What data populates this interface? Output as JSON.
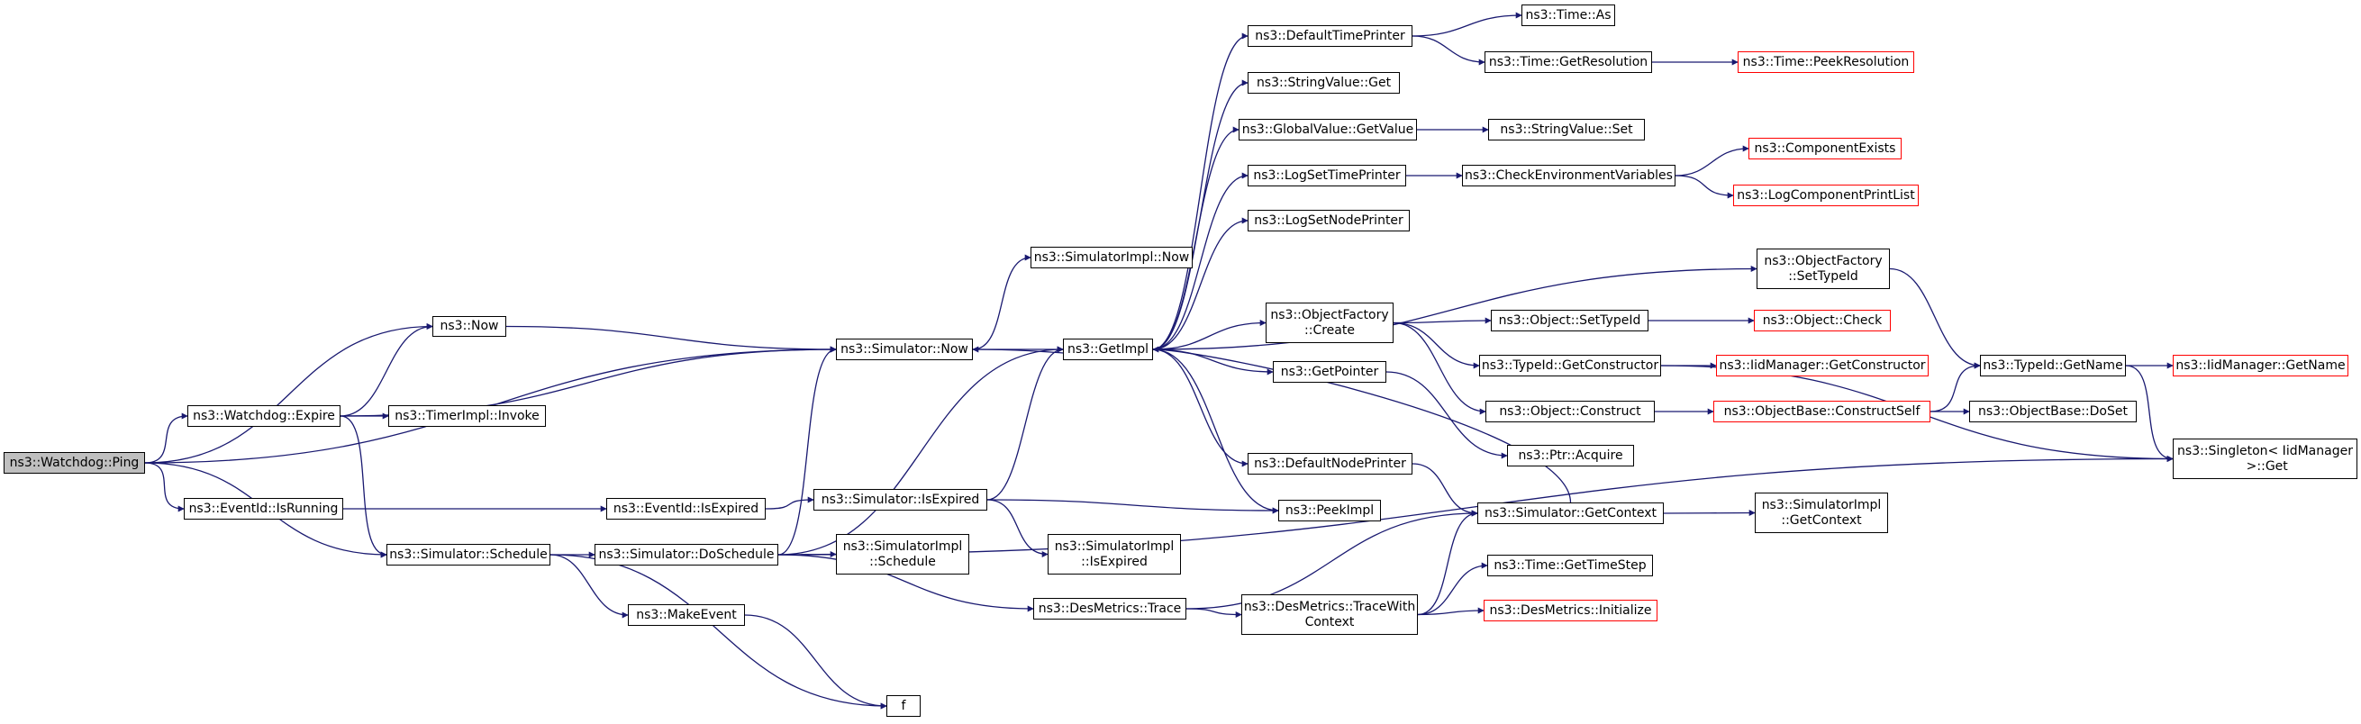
{
  "diagram": {
    "type": "call-graph",
    "edge_color": "#191970",
    "link_border_color": "#000000",
    "incomplete_border_color": "#ff0000",
    "root_fill": "#bfbfbf",
    "nodes": [
      {
        "id": "ping",
        "label": "ns3::Watchdog::Ping",
        "style": "root"
      },
      {
        "id": "now",
        "label": "ns3::Now",
        "style": "normal"
      },
      {
        "id": "wd_expire",
        "label": "ns3::Watchdog::Expire",
        "style": "normal"
      },
      {
        "id": "eventid_isrunning",
        "label": "ns3::EventId::IsRunning",
        "style": "normal"
      },
      {
        "id": "sim_schedule",
        "label": "ns3::Simulator::Schedule",
        "style": "normal"
      },
      {
        "id": "timerimpl_invoke",
        "label": "ns3::TimerImpl::Invoke",
        "style": "normal"
      },
      {
        "id": "eventid_isexpired",
        "label": "ns3::EventId::IsExpired",
        "style": "normal"
      },
      {
        "id": "sim_doschedule",
        "label": "ns3::Simulator::DoSchedule",
        "style": "normal"
      },
      {
        "id": "makeevent",
        "label": "ns3::MakeEvent",
        "style": "normal"
      },
      {
        "id": "f",
        "label": "f",
        "style": "normal"
      },
      {
        "id": "sim_now",
        "label": "ns3::Simulator::Now",
        "style": "normal"
      },
      {
        "id": "simimpl_now",
        "label": "ns3::SimulatorImpl::Now",
        "style": "normal"
      },
      {
        "id": "sim_isexpired",
        "label": "ns3::Simulator::IsExpired",
        "style": "normal"
      },
      {
        "id": "simimpl_schedule",
        "label": "ns3::SimulatorImpl\n::Schedule",
        "style": "normal"
      },
      {
        "id": "getimpl",
        "label": "ns3::GetImpl",
        "style": "normal"
      },
      {
        "id": "simimpl_isexpired",
        "label": "ns3::SimulatorImpl\n::IsExpired",
        "style": "normal"
      },
      {
        "id": "desmetrics_trace",
        "label": "ns3::DesMetrics::Trace",
        "style": "normal"
      },
      {
        "id": "defaulttimeprinter",
        "label": "ns3::DefaultTimePrinter",
        "style": "normal"
      },
      {
        "id": "stringvalue_get",
        "label": "ns3::StringValue::Get",
        "style": "normal"
      },
      {
        "id": "globalvalue_getvalue",
        "label": "ns3::GlobalValue::GetValue",
        "style": "normal"
      },
      {
        "id": "logsettimeprinter",
        "label": "ns3::LogSetTimePrinter",
        "style": "normal"
      },
      {
        "id": "logsetnodeprinter",
        "label": "ns3::LogSetNodePrinter",
        "style": "normal"
      },
      {
        "id": "objectfactory_create",
        "label": "ns3::ObjectFactory\n::Create",
        "style": "normal"
      },
      {
        "id": "getpointer",
        "label": "ns3::GetPointer",
        "style": "normal"
      },
      {
        "id": "defaultnodeprinter",
        "label": "ns3::DefaultNodePrinter",
        "style": "normal"
      },
      {
        "id": "peekimpl",
        "label": "ns3::PeekImpl",
        "style": "normal"
      },
      {
        "id": "desmetrics_tracewithcontext",
        "label": "ns3::DesMetrics::TraceWith\nContext",
        "style": "normal"
      },
      {
        "id": "time_as",
        "label": "ns3::Time::As",
        "style": "normal"
      },
      {
        "id": "time_getresolution",
        "label": "ns3::Time::GetResolution",
        "style": "normal"
      },
      {
        "id": "stringvalue_set",
        "label": "ns3::StringValue::Set",
        "style": "normal"
      },
      {
        "id": "checkenvvars",
        "label": "ns3::CheckEnvironmentVariables",
        "style": "normal"
      },
      {
        "id": "object_settypeid",
        "label": "ns3::Object::SetTypeId",
        "style": "normal"
      },
      {
        "id": "typeid_getconstructor",
        "label": "ns3::TypeId::GetConstructor",
        "style": "normal"
      },
      {
        "id": "object_construct",
        "label": "ns3::Object::Construct",
        "style": "normal"
      },
      {
        "id": "ptr_acquire",
        "label": "ns3::Ptr::Acquire",
        "style": "normal"
      },
      {
        "id": "sim_getcontext",
        "label": "ns3::Simulator::GetContext",
        "style": "normal"
      },
      {
        "id": "time_gettimestep",
        "label": "ns3::Time::GetTimeStep",
        "style": "normal"
      },
      {
        "id": "desmetrics_initialize",
        "label": "ns3::DesMetrics::Initialize",
        "style": "incomplete"
      },
      {
        "id": "time_peekresolution",
        "label": "ns3::Time::PeekResolution",
        "style": "incomplete"
      },
      {
        "id": "componentexists",
        "label": "ns3::ComponentExists",
        "style": "incomplete"
      },
      {
        "id": "logcomponentprintlist",
        "label": "ns3::LogComponentPrintList",
        "style": "incomplete"
      },
      {
        "id": "objectfactory_settypeid",
        "label": "ns3::ObjectFactory\n::SetTypeId",
        "style": "normal"
      },
      {
        "id": "object_check",
        "label": "ns3::Object::Check",
        "style": "incomplete"
      },
      {
        "id": "iidmanager_getconstructor",
        "label": "ns3::IidManager::GetConstructor",
        "style": "incomplete"
      },
      {
        "id": "objectbase_constructself",
        "label": "ns3::ObjectBase::ConstructSelf",
        "style": "incomplete"
      },
      {
        "id": "simimpl_getcontext",
        "label": "ns3::SimulatorImpl\n::GetContext",
        "style": "normal"
      },
      {
        "id": "typeid_getname",
        "label": "ns3::TypeId::GetName",
        "style": "normal"
      },
      {
        "id": "objectbase_doset",
        "label": "ns3::ObjectBase::DoSet",
        "style": "normal"
      },
      {
        "id": "iidmanager_getname",
        "label": "ns3::IidManager::GetName",
        "style": "incomplete"
      },
      {
        "id": "singleton_get",
        "label": "ns3::Singleton< IidManager\n >::Get",
        "style": "normal"
      }
    ],
    "edges": [
      [
        "ping",
        "now"
      ],
      [
        "ping",
        "wd_expire"
      ],
      [
        "ping",
        "sim_now"
      ],
      [
        "ping",
        "eventid_isrunning"
      ],
      [
        "ping",
        "sim_schedule"
      ],
      [
        "wd_expire",
        "now"
      ],
      [
        "wd_expire",
        "sim_now"
      ],
      [
        "wd_expire",
        "timerimpl_invoke"
      ],
      [
        "wd_expire",
        "sim_schedule"
      ],
      [
        "now",
        "sim_now"
      ],
      [
        "eventid_isrunning",
        "eventid_isexpired"
      ],
      [
        "eventid_isexpired",
        "sim_isexpired"
      ],
      [
        "sim_schedule",
        "sim_doschedule"
      ],
      [
        "sim_schedule",
        "makeevent"
      ],
      [
        "sim_schedule",
        "f"
      ],
      [
        "makeevent",
        "f"
      ],
      [
        "sim_doschedule",
        "sim_now"
      ],
      [
        "sim_doschedule",
        "getimpl"
      ],
      [
        "sim_doschedule",
        "simimpl_schedule"
      ],
      [
        "sim_doschedule",
        "desmetrics_trace"
      ],
      [
        "sim_doschedule",
        "singleton_get"
      ],
      [
        "sim_now",
        "simimpl_now"
      ],
      [
        "sim_now",
        "getimpl"
      ],
      [
        "sim_isexpired",
        "getimpl"
      ],
      [
        "sim_isexpired",
        "simimpl_isexpired"
      ],
      [
        "sim_isexpired",
        "peekimpl"
      ],
      [
        "getimpl",
        "sim_now"
      ],
      [
        "getimpl",
        "defaulttimeprinter"
      ],
      [
        "getimpl",
        "stringvalue_get"
      ],
      [
        "getimpl",
        "globalvalue_getvalue"
      ],
      [
        "getimpl",
        "logsettimeprinter"
      ],
      [
        "getimpl",
        "logsetnodeprinter"
      ],
      [
        "getimpl",
        "objectfactory_settypeid"
      ],
      [
        "getimpl",
        "objectfactory_create"
      ],
      [
        "getimpl",
        "getpointer"
      ],
      [
        "getimpl",
        "defaultnodeprinter"
      ],
      [
        "getimpl",
        "peekimpl"
      ],
      [
        "desmetrics_trace",
        "sim_getcontext"
      ],
      [
        "desmetrics_trace",
        "desmetrics_tracewithcontext"
      ],
      [
        "defaulttimeprinter",
        "time_as"
      ],
      [
        "defaulttimeprinter",
        "time_getresolution"
      ],
      [
        "time_getresolution",
        "time_peekresolution"
      ],
      [
        "globalvalue_getvalue",
        "stringvalue_set"
      ],
      [
        "logsettimeprinter",
        "checkenvvars"
      ],
      [
        "checkenvvars",
        "componentexists"
      ],
      [
        "checkenvvars",
        "logcomponentprintlist"
      ],
      [
        "objectfactory_create",
        "object_settypeid"
      ],
      [
        "objectfactory_create",
        "typeid_getconstructor"
      ],
      [
        "objectfactory_create",
        "object_construct"
      ],
      [
        "object_settypeid",
        "object_check"
      ],
      [
        "typeid_getconstructor",
        "iidmanager_getconstructor"
      ],
      [
        "typeid_getconstructor",
        "singleton_get"
      ],
      [
        "object_construct",
        "objectbase_constructself"
      ],
      [
        "objectbase_constructself",
        "typeid_getname"
      ],
      [
        "objectbase_constructself",
        "objectbase_doset"
      ],
      [
        "getpointer",
        "ptr_acquire"
      ],
      [
        "defaultnodeprinter",
        "sim_getcontext"
      ],
      [
        "sim_getcontext",
        "getimpl"
      ],
      [
        "sim_getcontext",
        "simimpl_getcontext"
      ],
      [
        "desmetrics_tracewithcontext",
        "sim_getcontext"
      ],
      [
        "desmetrics_tracewithcontext",
        "time_gettimestep"
      ],
      [
        "desmetrics_tracewithcontext",
        "desmetrics_initialize"
      ],
      [
        "objectfactory_settypeid",
        "typeid_getname"
      ],
      [
        "typeid_getname",
        "iidmanager_getname"
      ],
      [
        "typeid_getname",
        "singleton_get"
      ]
    ]
  }
}
